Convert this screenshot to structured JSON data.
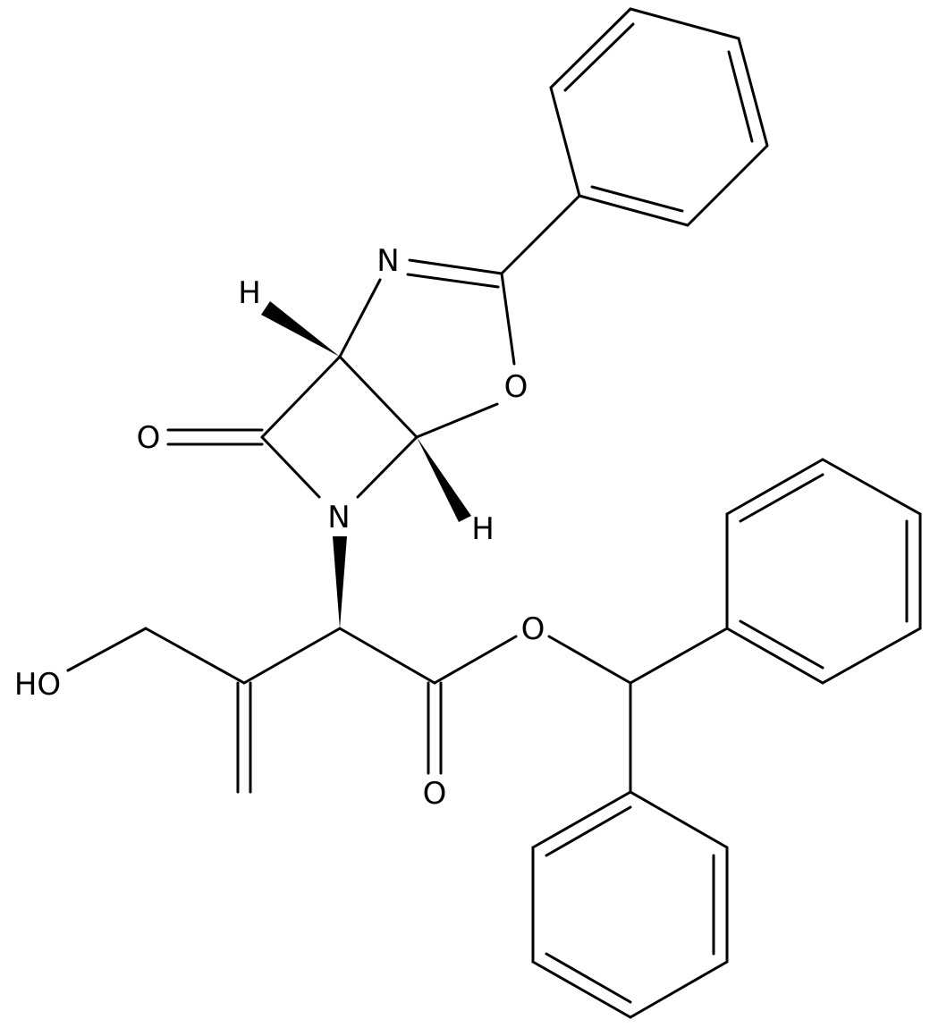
{
  "atom_labels": {
    "n_imine": "N",
    "n_lactam": "N",
    "o_ring": "O",
    "o_ketone": "O",
    "o_ester": "O",
    "o_carbonyl": "O",
    "hydroxyl": "HO",
    "h_top": "H",
    "h_bottom": "H"
  }
}
